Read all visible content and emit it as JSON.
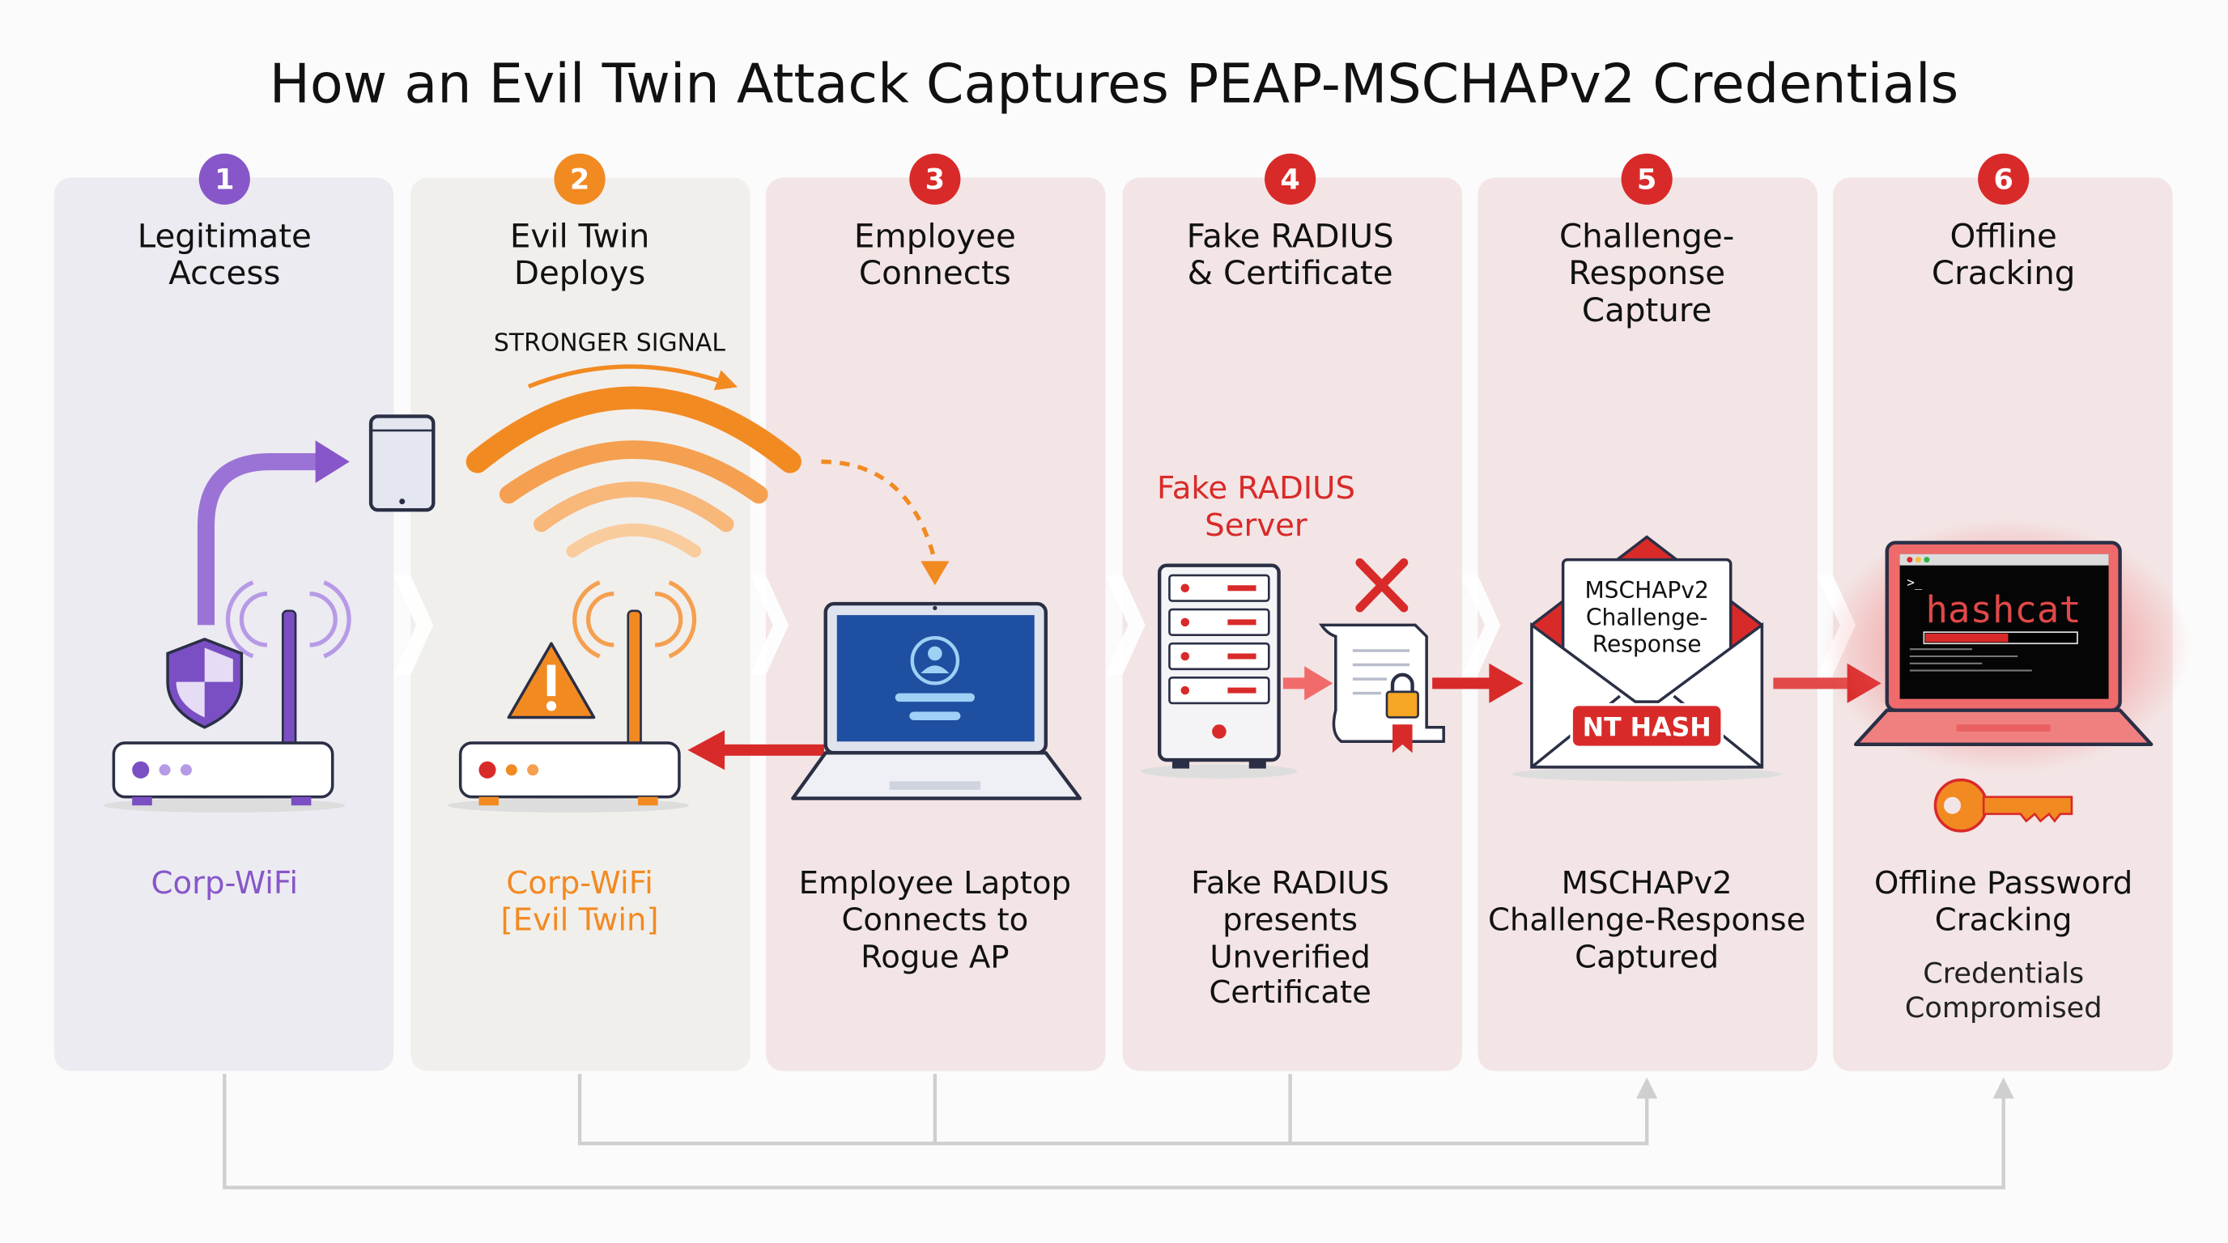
{
  "title": "How an Evil Twin Attack Captures PEAP-MSCHAPv2 Credentials",
  "colors": {
    "purple": "#8757c9",
    "orange": "#f28a22",
    "red": "#d92a2a",
    "panel_purple": "#ecebf1",
    "panel_beige": "#f1efec",
    "panel_pink": "#f3e5e5",
    "connector": "#cfcfcf"
  },
  "steps": [
    {
      "number": "1",
      "title": [
        "Legitimate",
        "Access"
      ],
      "label": [
        "Corp-WiFi"
      ],
      "icons": [
        "router-icon",
        "shield-icon",
        "tablet-icon",
        "curved-arrow-icon"
      ]
    },
    {
      "number": "2",
      "title": [
        "Evil Twin",
        "Deploys"
      ],
      "annotation": "STRONGER SIGNAL",
      "label": [
        "Corp-WiFi",
        "[Evil Twin]"
      ],
      "icons": [
        "router-icon",
        "warning-icon",
        "wifi-signal-icon"
      ]
    },
    {
      "number": "3",
      "title": [
        "Employee",
        "Connects"
      ],
      "label": [
        "Employee Laptop",
        "Connects to",
        "Rogue AP"
      ],
      "icons": [
        "laptop-icon",
        "user-icon"
      ]
    },
    {
      "number": "4",
      "title": [
        "Fake RADIUS",
        "& Certificate"
      ],
      "annotation": [
        "Fake RADIUS",
        "Server"
      ],
      "label": [
        "Fake RADIUS",
        "presents",
        "Unverified",
        "Certificate"
      ],
      "icons": [
        "server-icon",
        "certificate-icon",
        "lock-icon",
        "x-icon"
      ]
    },
    {
      "number": "5",
      "title": [
        "Challenge-",
        "Response",
        "Capture"
      ],
      "envelope_text": [
        "MSCHAPv2",
        "Challenge-",
        "Response"
      ],
      "badge": "NT HASH",
      "label": [
        "MSCHAPv2",
        "Challenge-Response",
        "Captured"
      ],
      "icons": [
        "envelope-icon"
      ]
    },
    {
      "number": "6",
      "title": [
        "Offline",
        "Cracking"
      ],
      "terminal_text": "hashcat",
      "terminal_progress": 0.55,
      "label": [
        "Offline Password",
        "Cracking"
      ],
      "sublabel": [
        "Credentials",
        "Compromised"
      ],
      "icons": [
        "laptop-icon",
        "key-icon"
      ]
    }
  ]
}
